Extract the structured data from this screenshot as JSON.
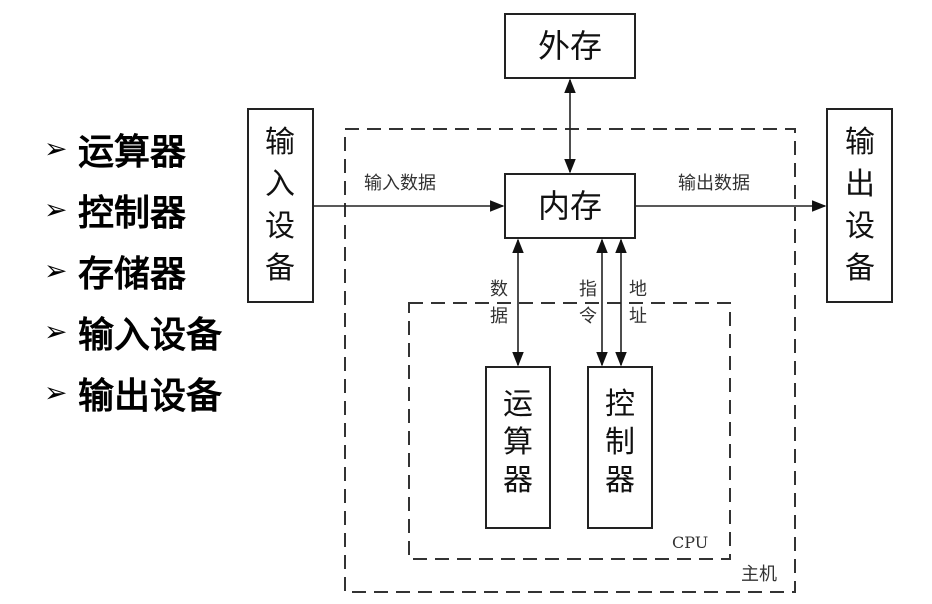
{
  "bullets": {
    "marker_icon": "arrowhead-bullet",
    "items": [
      "运算器",
      "控制器",
      "存储器",
      "输入设备",
      "输出设备"
    ]
  },
  "diagram": {
    "external_storage": "外存",
    "memory": "内存",
    "input_device": [
      "输",
      "入",
      "设",
      "备"
    ],
    "output_device": [
      "输",
      "出",
      "设",
      "备"
    ],
    "alu": [
      "运",
      "算",
      "器"
    ],
    "control_unit": [
      "控",
      "制",
      "器"
    ],
    "input_data_label": "输入数据",
    "output_data_label": "输出数据",
    "data_label": [
      "数",
      "据"
    ],
    "instruction_label": [
      "指",
      "令"
    ],
    "address_label": [
      "地",
      "址"
    ],
    "cpu_label": "CPU",
    "host_label": "主机"
  }
}
